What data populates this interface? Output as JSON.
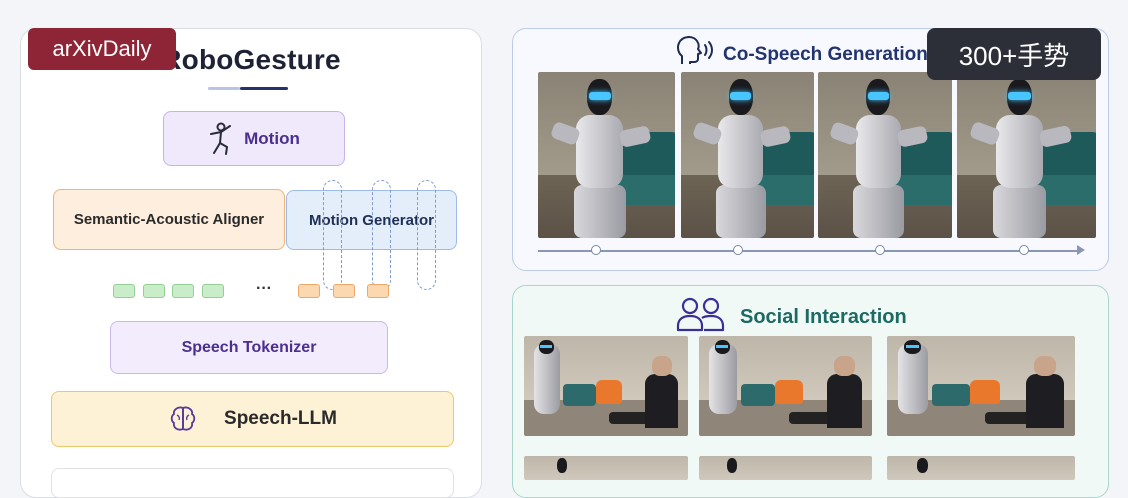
{
  "overlay": {
    "source_badge": "arXivDaily",
    "count_badge": "300+手势"
  },
  "left": {
    "title": "RoboGesture",
    "motion_label": "Motion",
    "aligner_label": "Semantic-Acoustic Aligner",
    "generator_label": "Motion Generator",
    "ellipsis": "···",
    "tokenizer_label": "Speech Tokenizer",
    "llm_label": "Speech-LLM"
  },
  "right": {
    "cospeech_title": "Co-Speech Generation",
    "social_title": "Social Interaction"
  },
  "icons": {
    "motion": "person-dancing-icon",
    "llm": "brain-icon",
    "cospeech": "speaking-head-icon",
    "social": "people-icon"
  }
}
